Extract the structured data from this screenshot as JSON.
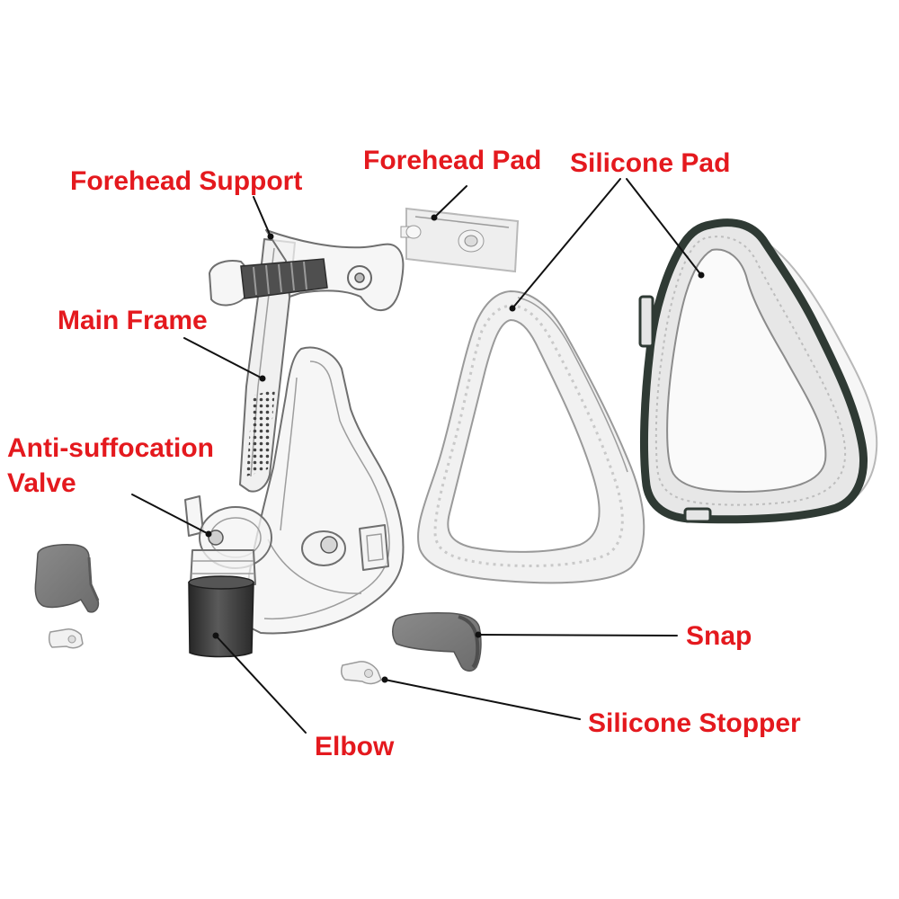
{
  "labels": {
    "forehead_support": "Forehead Support",
    "forehead_pad": "Forehead Pad",
    "silicone_pad": "Silicone Pad",
    "main_frame": "Main Frame",
    "anti_suffocation_valve": {
      "line1": "Anti-suffocation",
      "line2": "Valve"
    },
    "snap": "Snap",
    "silicone_stopper": "Silicone Stopper",
    "elbow": "Elbow"
  },
  "colors": {
    "label": "#e4191e",
    "leader_line": "#111111",
    "background": "#ffffff",
    "cushion_rim": "#2f3a34",
    "elbow": "#3a3a3a",
    "snap": "#7b7b7b"
  }
}
